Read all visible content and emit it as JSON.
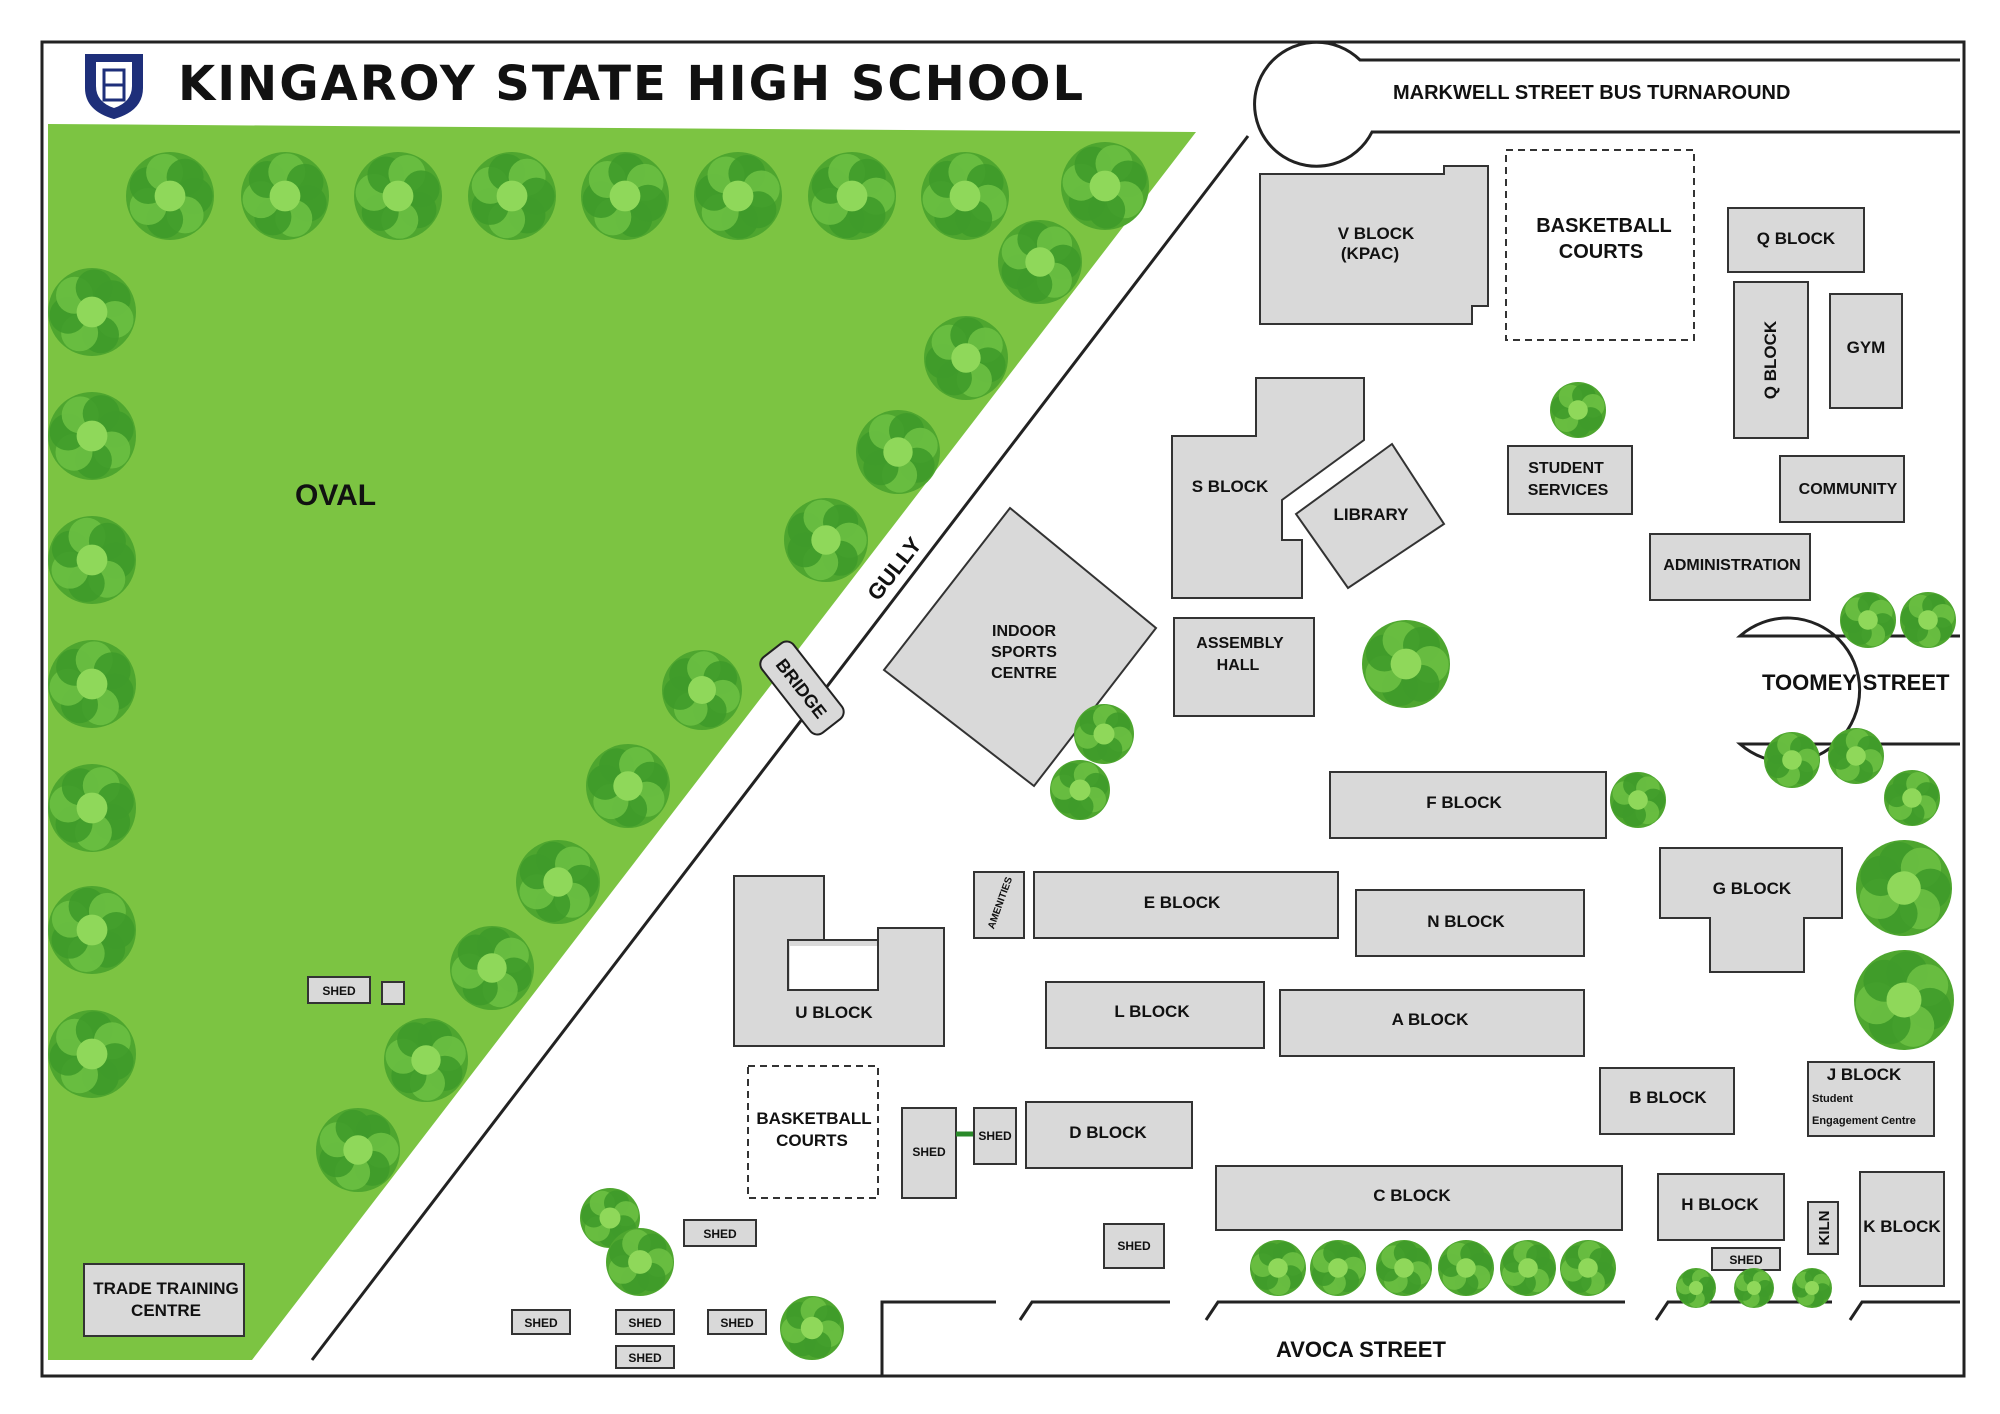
{
  "title": "KINGAROY STATE HIGH SCHOOL",
  "colors": {
    "grass": "#7cc442",
    "building": "#d9d9d9",
    "tree": "#3f9b2a",
    "outline": "#222222"
  },
  "labels": {
    "oval": "OVAL",
    "gully": "GULLY",
    "bridge": "BRIDGE",
    "markwell": "MARKWELL STREET BUS TURNAROUND",
    "toomey": "TOOMEY STREET",
    "avoca": "AVOCA STREET",
    "trade": [
      "TRADE TRAINING",
      "CENTRE"
    ],
    "v_block": [
      "V BLOCK",
      "(KPAC)"
    ],
    "basketball_top": [
      "BASKETBALL",
      "COURTS"
    ],
    "basketball_bottom": [
      "BASKETBALL",
      "COURTS"
    ],
    "q_block_top": "Q BLOCK",
    "q_block_side": "Q BLOCK",
    "gym": "GYM",
    "s_block": "S BLOCK",
    "library": "LIBRARY",
    "student_services": [
      "STUDENT",
      "SERVICES"
    ],
    "community": "COMMUNITY",
    "administration": "ADMINISTRATION",
    "indoor_sports": [
      "INDOOR",
      "SPORTS",
      "CENTRE"
    ],
    "assembly": [
      "ASSEMBLY",
      "HALL"
    ],
    "f_block": "F BLOCK",
    "g_block": "G BLOCK",
    "amenities": "AMENITIES",
    "e_block": "E BLOCK",
    "n_block": "N BLOCK",
    "u_block": "U BLOCK",
    "l_block": "L BLOCK",
    "a_block": "A BLOCK",
    "b_block": "B BLOCK",
    "j_block": "J BLOCK",
    "j_block_sub": [
      "Student",
      "Engagement Centre"
    ],
    "d_block": "D BLOCK",
    "c_block": "C BLOCK",
    "h_block": "H BLOCK",
    "kiln": "KILN",
    "k_block": "K BLOCK",
    "shed": "SHED"
  }
}
